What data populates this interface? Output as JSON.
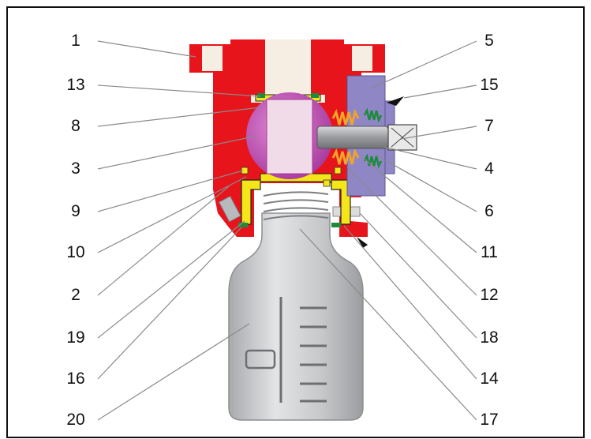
{
  "colors": {
    "housing_red": "#e8141c",
    "bore_cream": "#f6eee2",
    "ball_magenta": "#c052b5",
    "actuator_lavender": "#8f86c6",
    "cap_yellow": "#f4e619",
    "spring_orange": "#f2a32a",
    "seal_green": "#1e8a3c",
    "bottle_gray": "#c8c9cb",
    "stem_gray": "#9ea0a3",
    "leader_gray": "#8a8a8a"
  },
  "callouts": {
    "left": [
      "1",
      "13",
      "8",
      "3",
      "9",
      "10",
      "2",
      "19",
      "16",
      "20"
    ],
    "right": [
      "5",
      "15",
      "7",
      "4",
      "6",
      "11",
      "12",
      "18",
      "14",
      "17"
    ]
  }
}
